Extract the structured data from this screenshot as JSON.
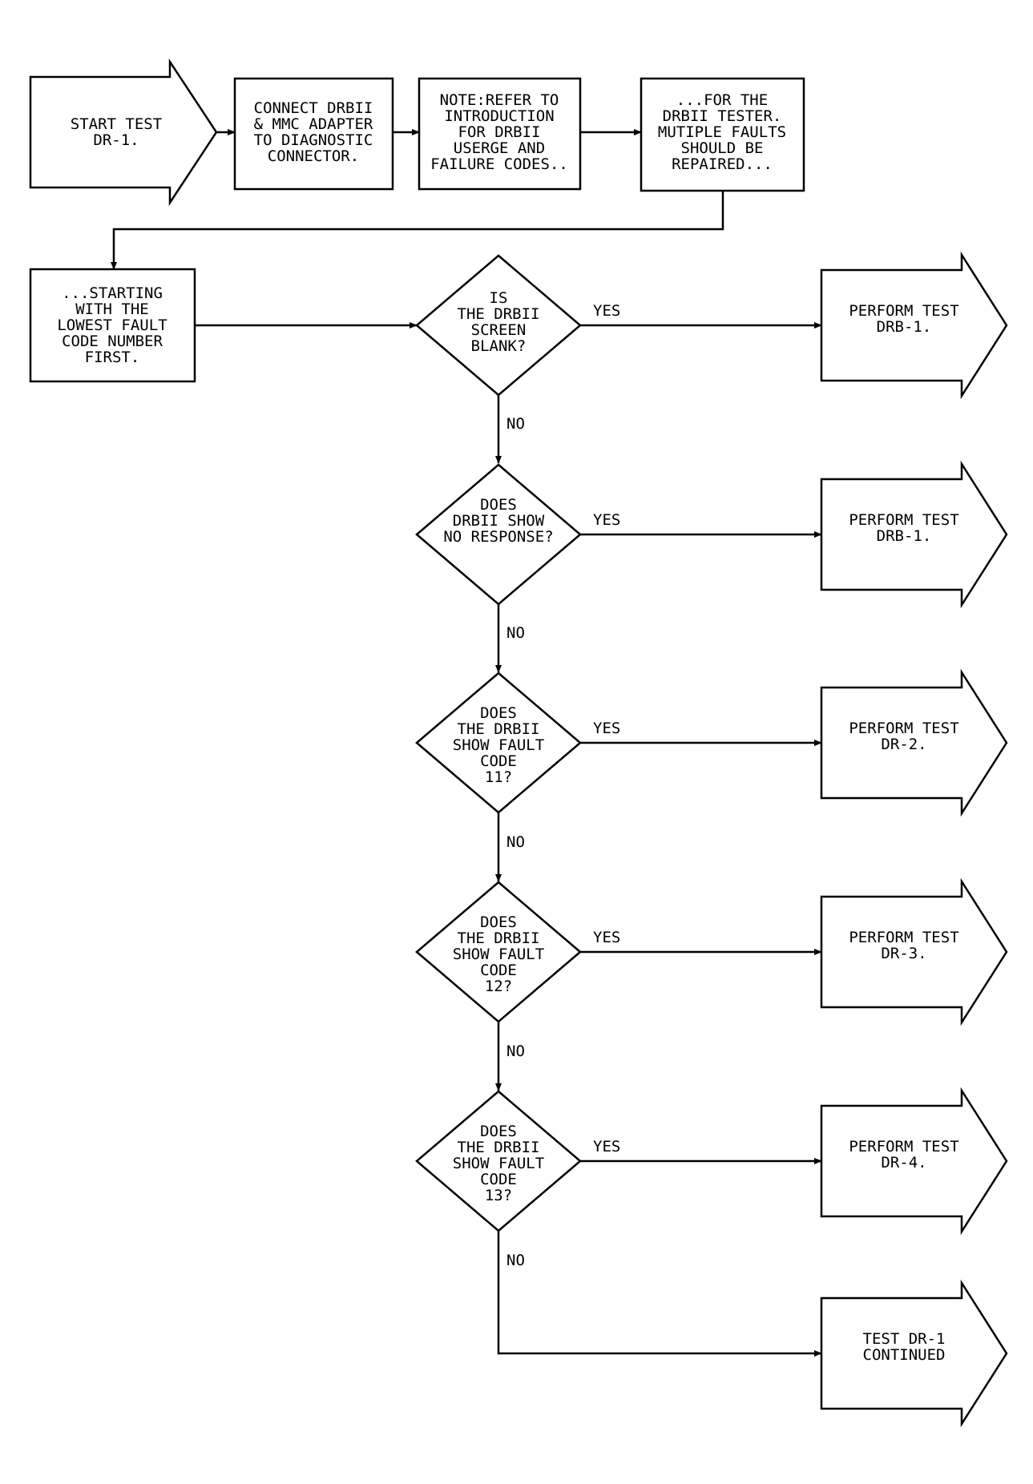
{
  "nodes": {
    "start": [
      "START TEST",
      "DR-1."
    ],
    "connect": [
      "CONNECT DRBII",
      "& MMC ADAPTER",
      "TO DIAGNOSTIC",
      "CONNECTOR."
    ],
    "note": [
      "NOTE:REFER TO",
      "INTRODUCTION",
      "FOR DRBII",
      "USERGE AND",
      "FAILURE CODES.."
    ],
    "forthe": [
      "...FOR THE",
      "DRBII TESTER.",
      "MUTIPLE FAULTS",
      "SHOULD BE",
      "REPAIRED..."
    ],
    "starting": [
      "...STARTING",
      "WITH THE",
      "LOWEST FAULT",
      "CODE NUMBER",
      "FIRST."
    ],
    "q1": [
      "IS",
      "THE DRBII",
      "SCREEN",
      "BLANK?"
    ],
    "q2": [
      "DOES",
      "DRBII SHOW",
      "NO RESPONSE?"
    ],
    "q3": [
      "DOES",
      "THE DRBII",
      "SHOW FAULT",
      "CODE",
      "11?"
    ],
    "q4": [
      "DOES",
      "THE DRBII",
      "SHOW FAULT",
      "CODE",
      "12?"
    ],
    "q5": [
      "DOES",
      "THE DRBII",
      "SHOW FAULT",
      "CODE",
      "13?"
    ],
    "r1": [
      "PERFORM TEST",
      "DRB-1."
    ],
    "r2": [
      "PERFORM TEST",
      "DRB-1."
    ],
    "r3": [
      "PERFORM TEST",
      "DR-2."
    ],
    "r4": [
      "PERFORM TEST",
      "DR-3."
    ],
    "r5": [
      "PERFORM TEST",
      "DR-4."
    ],
    "cont": [
      "TEST DR-1",
      "CONTINUED"
    ]
  },
  "labels": {
    "yes": "YES",
    "no": "NO"
  }
}
